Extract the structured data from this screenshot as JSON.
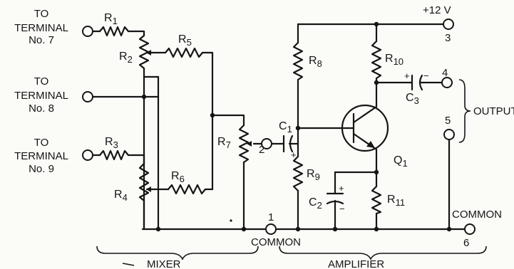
{
  "inputs": {
    "t7_line1": "TO",
    "t7_line2": "TERMINAL",
    "t7_line3": "No. 7",
    "t8_line1": "TO",
    "t8_line2": "TERMINAL",
    "t8_line3": "No. 8",
    "t9_line1": "TO",
    "t9_line2": "TERMINAL",
    "t9_line3": "No. 9"
  },
  "components": {
    "r1": "R",
    "r1_sub": "1",
    "r2": "R",
    "r2_sub": "2",
    "r3": "R",
    "r3_sub": "3",
    "r4": "R",
    "r4_sub": "4",
    "r5": "R",
    "r5_sub": "5",
    "r6": "R",
    "r6_sub": "6",
    "r7": "R",
    "r7_sub": "7",
    "r8": "R",
    "r8_sub": "8",
    "r9": "R",
    "r9_sub": "9",
    "r10": "R",
    "r10_sub": "10",
    "r11": "R",
    "r11_sub": "11",
    "c1": "C",
    "c1_sub": "1",
    "c2": "C",
    "c2_sub": "2",
    "c3": "C",
    "c3_sub": "3",
    "q1": "Q",
    "q1_sub": "1"
  },
  "polarity": {
    "c1_plus": "+",
    "c2_plus": "+",
    "c2_minus": "−",
    "c3_plus": "+",
    "c3_minus": "−"
  },
  "terminals": {
    "supply": "+12 V",
    "t1": "1",
    "t2": "2",
    "t3": "3",
    "t4": "4",
    "t5": "5",
    "t6": "6"
  },
  "labels": {
    "output": "OUTPUT",
    "common_center": "COMMON",
    "common_right": "COMMON",
    "mixer": "MIXER",
    "amplifier": "AMPLIFIER"
  }
}
